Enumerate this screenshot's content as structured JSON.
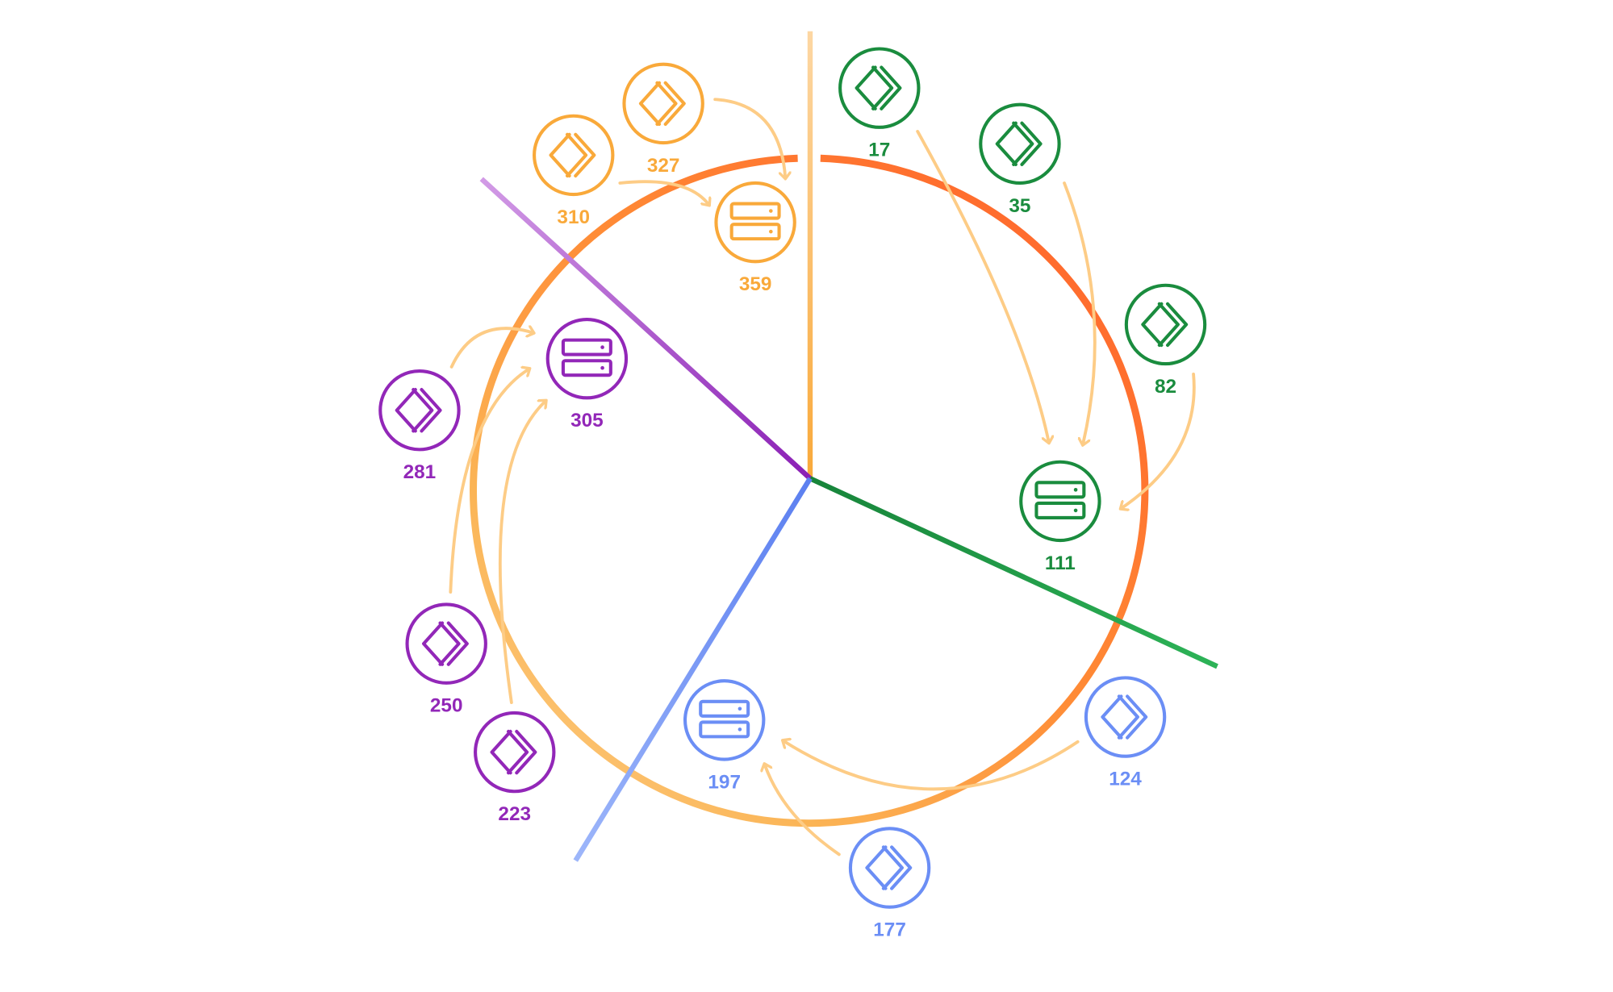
{
  "colors": {
    "orange": "#F9A93A",
    "green": "#1A8C3E",
    "purple": "#9227B8",
    "blue": "#6B8EF5",
    "arrow": "#FDCC86",
    "ring_hot": "#FF6F30",
    "ring_cool": "#FBC46E"
  },
  "servers": [
    {
      "id": "359",
      "label": "359",
      "group": "orange",
      "icon": "server-icon"
    },
    {
      "id": "305",
      "label": "305",
      "group": "purple",
      "icon": "server-icon"
    },
    {
      "id": "111",
      "label": "111",
      "group": "green",
      "icon": "server-icon"
    },
    {
      "id": "197",
      "label": "197",
      "group": "blue",
      "icon": "server-icon"
    }
  ],
  "clients": [
    {
      "id": "327",
      "label": "327",
      "group": "orange",
      "target": "359",
      "icon": "client-icon"
    },
    {
      "id": "310",
      "label": "310",
      "group": "orange",
      "target": "359",
      "icon": "client-icon"
    },
    {
      "id": "17",
      "label": "17",
      "group": "green",
      "target": "111",
      "icon": "client-icon"
    },
    {
      "id": "35",
      "label": "35",
      "group": "green",
      "target": "111",
      "icon": "client-icon"
    },
    {
      "id": "82",
      "label": "82",
      "group": "green",
      "target": "111",
      "icon": "client-icon"
    },
    {
      "id": "281",
      "label": "281",
      "group": "purple",
      "target": "305",
      "icon": "client-icon"
    },
    {
      "id": "250",
      "label": "250",
      "group": "purple",
      "target": "305",
      "icon": "client-icon"
    },
    {
      "id": "223",
      "label": "223",
      "group": "purple",
      "target": "305",
      "icon": "client-icon"
    },
    {
      "id": "124",
      "label": "124",
      "group": "blue",
      "target": "197",
      "icon": "client-icon"
    },
    {
      "id": "177",
      "label": "177",
      "group": "blue",
      "target": "197",
      "icon": "client-icon"
    }
  ]
}
